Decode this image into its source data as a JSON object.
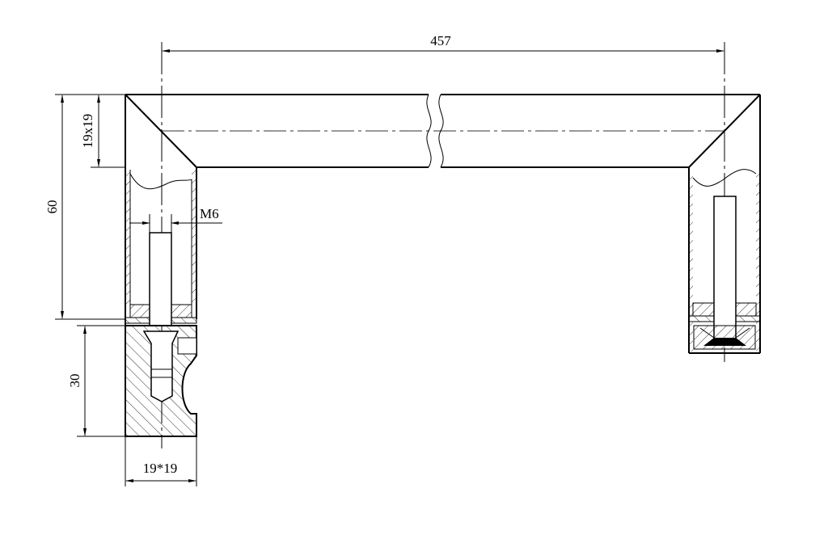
{
  "drawing": {
    "dimensions": {
      "overall_length": "457",
      "tube_section": "19x19",
      "height": "60",
      "thread": "M6",
      "base_height": "30",
      "base_section": "19*19"
    },
    "line_color": "#000000",
    "background": "#ffffff"
  }
}
